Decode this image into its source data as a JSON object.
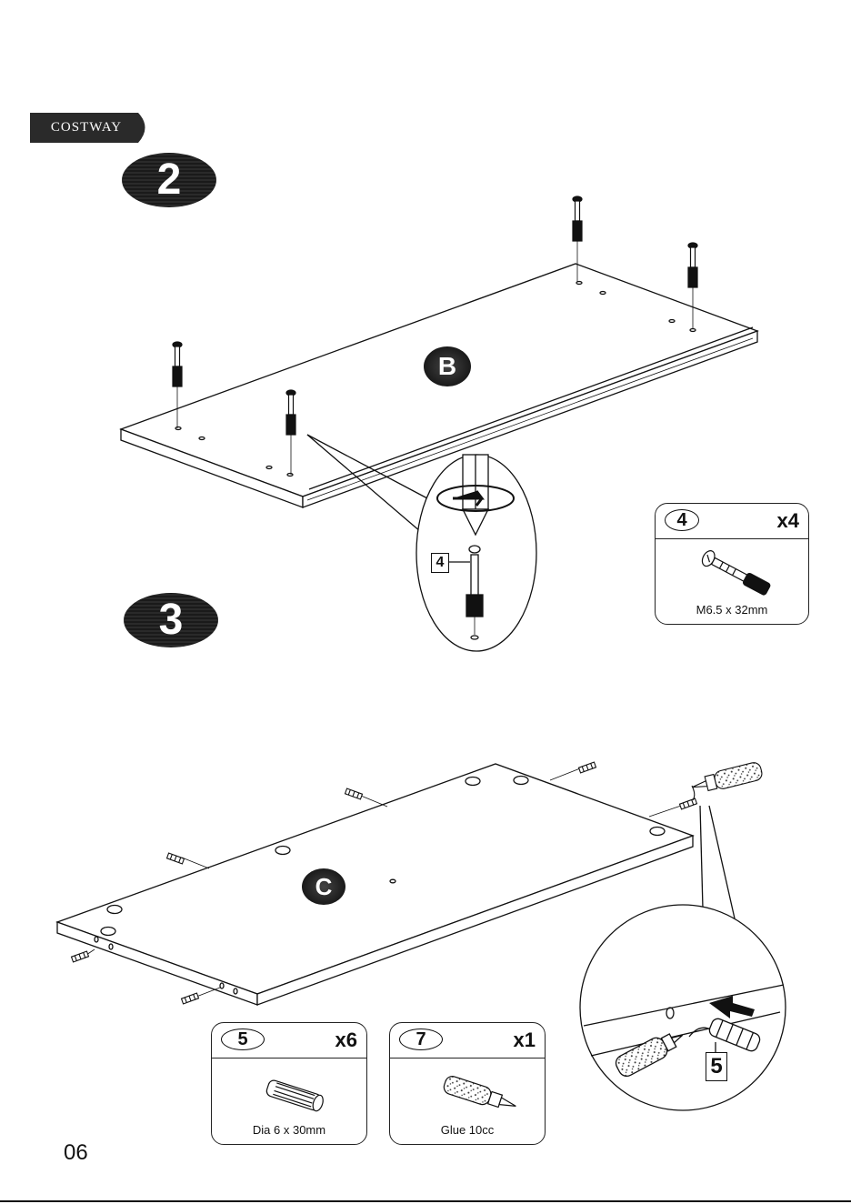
{
  "brand": {
    "name": "COSTWAY",
    "color": "#2a2a2a"
  },
  "steps": [
    {
      "number": "2",
      "panel": "B"
    },
    {
      "number": "3",
      "panel": "C"
    }
  ],
  "callouts": {
    "step2_part": "4",
    "step3_part": "5"
  },
  "parts": [
    {
      "id": "4",
      "qty": "x4",
      "spec": "M6.5 x 32mm",
      "icon": "cam-bolt-icon"
    },
    {
      "id": "5",
      "qty": "x6",
      "spec": "Dia 6 x 30mm",
      "icon": "wooden-dowel-icon"
    },
    {
      "id": "7",
      "qty": "x1",
      "spec": "Glue 10cc",
      "icon": "glue-tube-icon"
    }
  ],
  "page_number": "06"
}
